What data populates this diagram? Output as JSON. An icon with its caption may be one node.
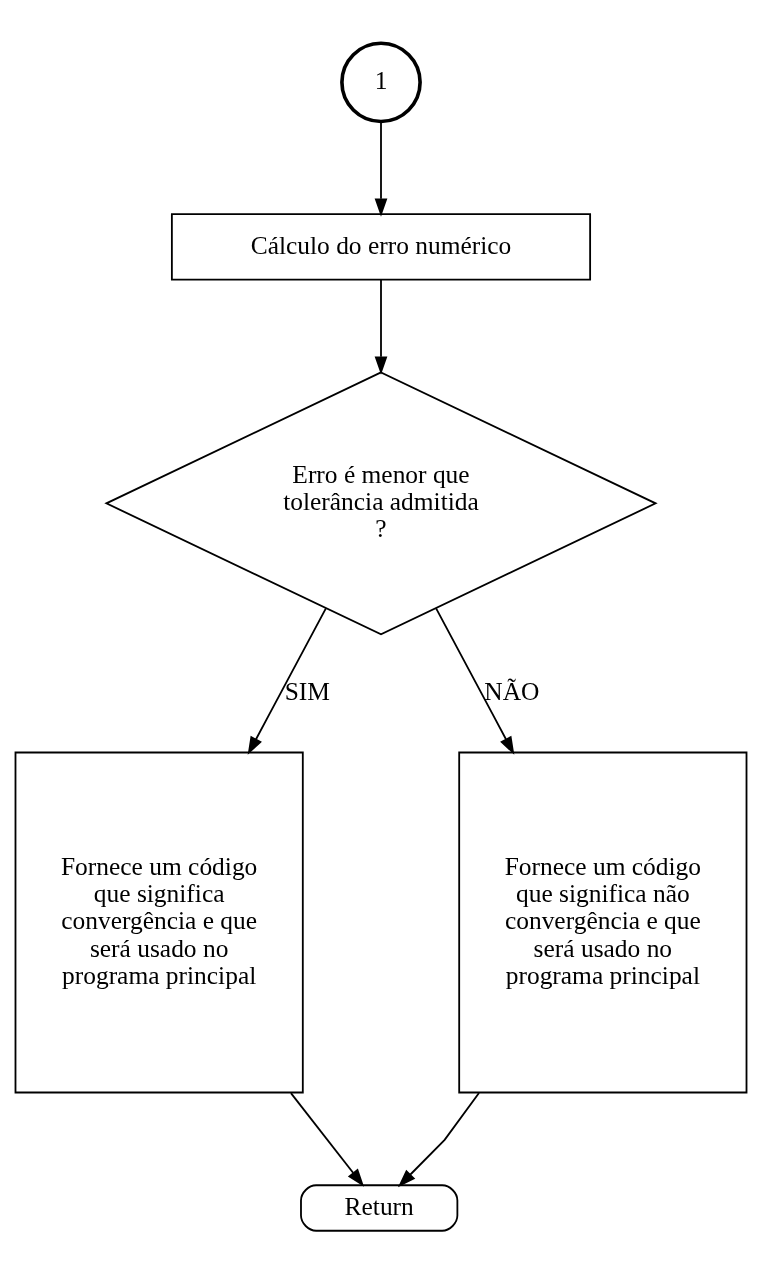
{
  "diagram": {
    "nodes": [
      {
        "text": [
          "1"
        ]
      },
      {
        "text": [
          "Cálculo do erro numérico"
        ]
      },
      {
        "text": [
          "Erro é menor que tolerância admitida ?"
        ]
      },
      {
        "text": [
          "Fornece um código que significa convergência e que será usado no programa principal"
        ]
      },
      {
        "text": [
          "Fornece um código que significa não convergência e que será usado no programa principal"
        ]
      },
      {
        "text": [
          "Return"
        ]
      }
    ],
    "edges": [
      {
        "from": 0,
        "to": 1,
        "arrow": "to"
      },
      {
        "from": 1,
        "to": 2,
        "arrow": "to"
      },
      {
        "from": 2,
        "to": 3,
        "arrow": "to",
        "label": "SIM"
      },
      {
        "from": 2,
        "to": 4,
        "arrow": "to",
        "label": "NÃO"
      },
      {
        "from": 3,
        "to": 5,
        "arrow": "to"
      },
      {
        "from": 4,
        "to": 5,
        "arrow": "to"
      }
    ]
  }
}
